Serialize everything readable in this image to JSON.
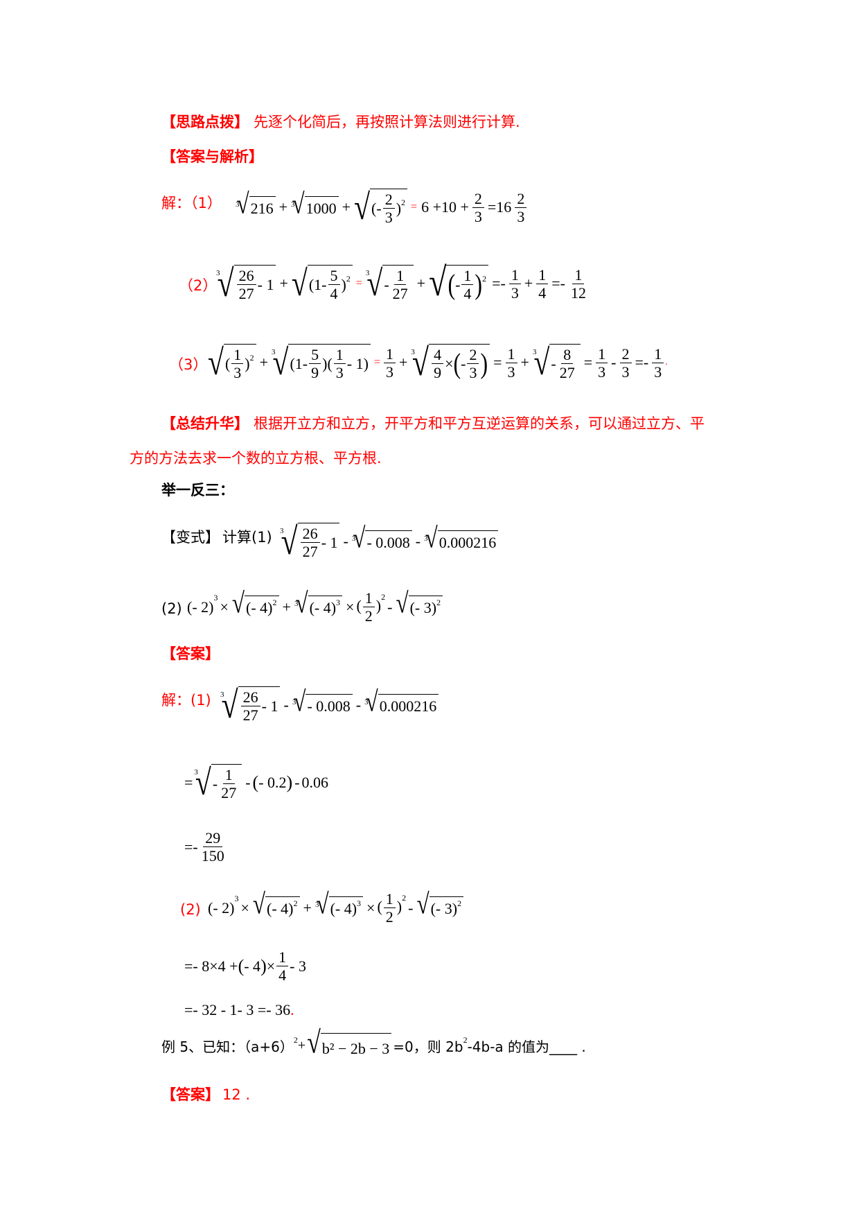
{
  "hint": {
    "label": "【思路点拨】",
    "text": "先逐个化简后，再按照计算法则进行计算."
  },
  "answer_heading": "【答案与解析】",
  "solution": {
    "prefix": "解：（1）",
    "p2": "（2）",
    "p3": "（3）"
  },
  "summary": {
    "label": "【总结升华】",
    "line1": "根据开立方和立方，开平方和平方互逆运算的关系，可以通过立方、平",
    "line2": "方的方法去求一个数的立方根、平方根."
  },
  "practice_title": "举一反三：",
  "variant": {
    "label": "【变式】",
    "text": "计算(1)"
  },
  "variant2_prefix": "(2)",
  "answer2_heading": "【答案】",
  "answer2": {
    "prefix": "解：(1)",
    "p2": "(2)"
  },
  "example5": {
    "prefix": "例 5、已知：（a+6）",
    "sup2": "2",
    "plus": "+",
    "radicand": "b² − 2b − 3",
    "after": "=0，则 2b",
    "sup_b": "2",
    "tail": "-4b-a 的值为____ ."
  },
  "final_answer": {
    "label": "【答案】",
    "value": "12 ."
  }
}
